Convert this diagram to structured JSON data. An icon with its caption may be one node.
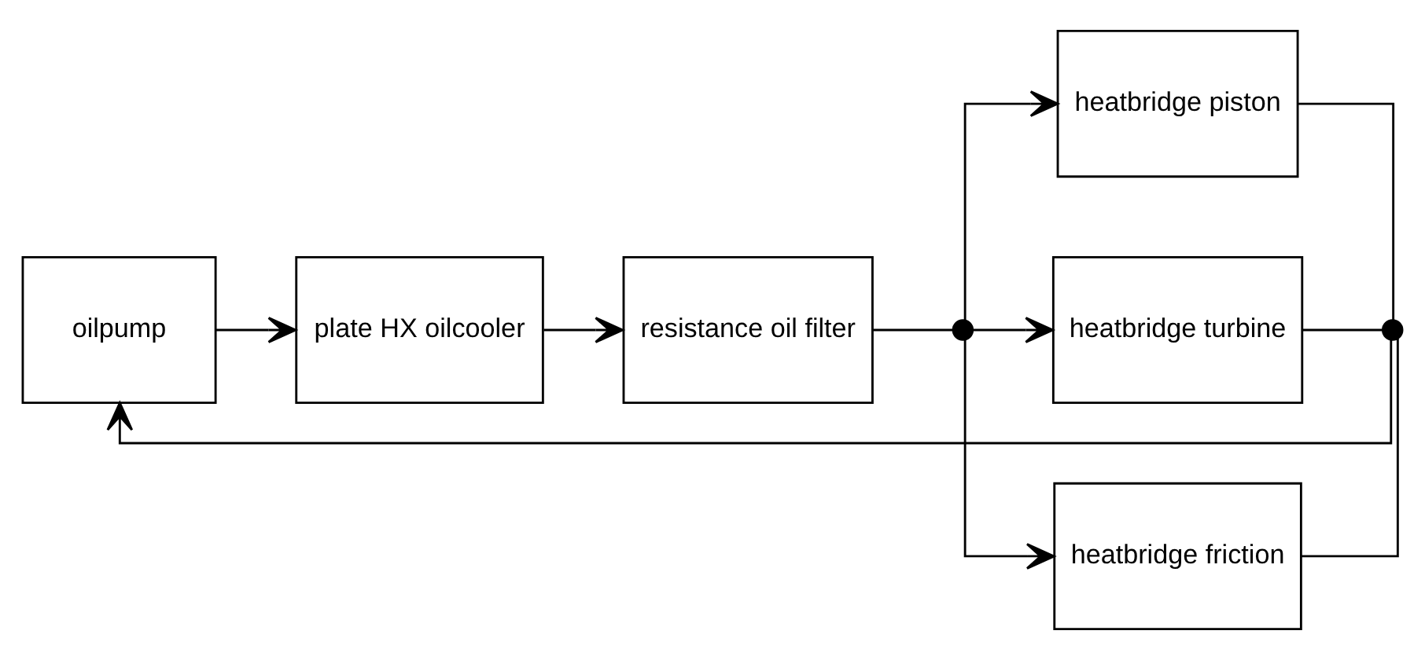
{
  "diagram": {
    "nodes": [
      {
        "text": [
          "oilpump"
        ]
      },
      {
        "text": [
          "plate HX oilcooler"
        ]
      },
      {
        "text": [
          "resistance oil filter"
        ]
      },
      {
        "text": [],
        "shape": "circle"
      },
      {
        "text": [
          "heatbridge piston"
        ]
      },
      {
        "text": [
          "heatbridge turbine"
        ]
      },
      {
        "text": [
          "heatbridge friction"
        ]
      },
      {
        "text": [],
        "shape": "circle"
      }
    ],
    "edges": [
      {
        "from": 0,
        "to": 1,
        "arrow": "to"
      },
      {
        "from": 1,
        "to": 2,
        "arrow": "to"
      },
      {
        "from": 2,
        "to": 3,
        "arrow": "none"
      },
      {
        "from": 3,
        "to": 4,
        "arrow": "to"
      },
      {
        "from": 3,
        "to": 5,
        "arrow": "to"
      },
      {
        "from": 3,
        "to": 6,
        "arrow": "to"
      },
      {
        "from": 4,
        "to": 7,
        "arrow": "none"
      },
      {
        "from": 5,
        "to": 7,
        "arrow": "none"
      },
      {
        "from": 6,
        "to": 7,
        "arrow": "none"
      },
      {
        "from": 7,
        "to": 0,
        "arrow": "to"
      }
    ]
  }
}
